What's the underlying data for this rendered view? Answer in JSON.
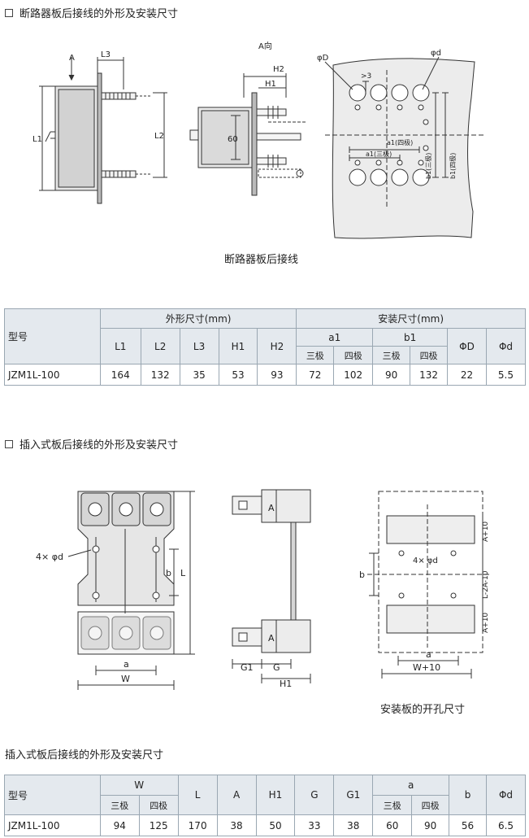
{
  "section1": {
    "heading": "断路器板后接线的外形及安装尺寸",
    "caption": "断路器板后接线",
    "labels": {
      "A": "A",
      "L3": "L3",
      "L1": "L1",
      "L2": "L2",
      "view": "A向",
      "H2": "H2",
      "H1": "H1",
      "d60": "60",
      "phiD": "φD",
      "phid": "φd",
      "gt3": ">3",
      "a1_4": "a1(四极)",
      "a1_3": "a1(三极)",
      "b1_3": "b1(三极)",
      "b1_4": "b1(四极)"
    },
    "table": {
      "model_header": "型号",
      "group_outline": "外形尺寸(mm)",
      "group_install": "安装尺寸(mm)",
      "cols": [
        "L1",
        "L2",
        "L3",
        "H1",
        "H2"
      ],
      "a1": "a1",
      "b1": "b1",
      "three": "三极",
      "four": "四极",
      "phiD": "ΦD",
      "phid": "Φd",
      "row": {
        "model": "JZM1L-100",
        "L1": "164",
        "L2": "132",
        "L3": "35",
        "H1": "53",
        "H2": "93",
        "a1_3": "72",
        "a1_4": "102",
        "b1_3": "90",
        "b1_4": "132",
        "phiD": "22",
        "phid": "5.5"
      }
    }
  },
  "section2": {
    "heading": "插入式板后接线的外形及安装尺寸",
    "caption": "安装板的开孔尺寸",
    "labels": {
      "holes": "4× φd",
      "b": "b",
      "L": "L",
      "a": "a",
      "W": "W",
      "A": "A",
      "G1": "G1",
      "G": "G",
      "H1": "H1",
      "holes2": "4× φd",
      "A10a": "A+10",
      "L2A10": "L-2A-10",
      "A10b": "A+10",
      "b2": "b",
      "a2": "a",
      "W10": "W+10"
    }
  },
  "section3": {
    "heading": "插入式板后接线的外形及安装尺寸",
    "table": {
      "model_header": "型号",
      "W": "W",
      "L": "L",
      "A": "A",
      "H1": "H1",
      "G": "G",
      "G1": "G1",
      "a": "a",
      "b": "b",
      "phid": "Φd",
      "three": "三极",
      "four": "四极",
      "row": {
        "model": "JZM1L-100",
        "W_3": "94",
        "W_4": "125",
        "L": "170",
        "A": "38",
        "H1": "50",
        "G": "33",
        "G1": "38",
        "a_3": "60",
        "a_4": "90",
        "b": "56",
        "phid": "6.5"
      }
    }
  }
}
